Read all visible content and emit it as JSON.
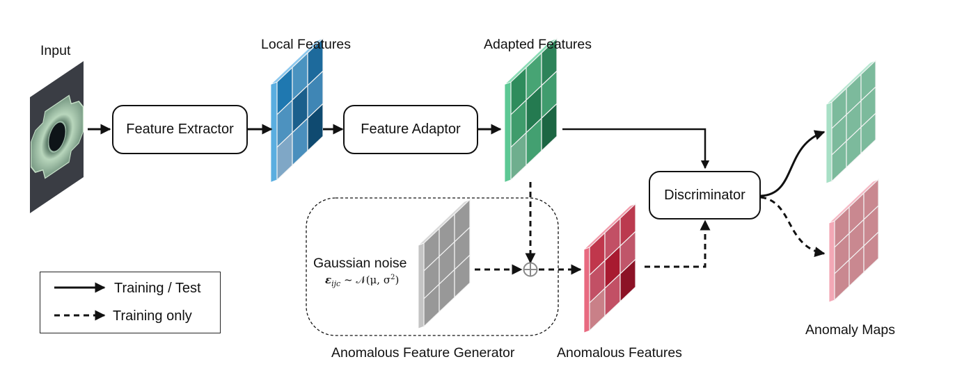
{
  "labels": {
    "input": "Input",
    "local_features": "Local Features",
    "adapted_features": "Adapted Features",
    "anomalous_features": "Anomalous Features",
    "anomaly_maps": "Anomaly Maps",
    "generator": "Anomalous Feature Generator",
    "gaussian_noise": "Gaussian noise",
    "formula_eps": "ε",
    "formula_sub": "ijc",
    "formula_rest": " ~ 𝒩(μ, σ",
    "formula_sup": "2",
    "formula_close": ")"
  },
  "blocks": {
    "feature_extractor": "Feature Extractor",
    "feature_adaptor": "Feature Adaptor",
    "discriminator": "Discriminator"
  },
  "legend": {
    "solid": "Training / Test",
    "dashed": "Training only"
  },
  "grids": {
    "local": {
      "side": "#5aaee0",
      "top": "#8cc8ee",
      "cells": [
        "#1f78b0",
        "#4a93c0",
        "#1d6a9c",
        "#4d92bf",
        "#1b5f8c",
        "#3f86b5",
        "#7fa7c6",
        "#4a8fbd",
        "#0f4a70"
      ]
    },
    "adapted": {
      "side": "#5cc894",
      "top": "#8adcb5",
      "cells": [
        "#2e8c5c",
        "#47a474",
        "#2d8359",
        "#3f9c6c",
        "#247a50",
        "#409c6e",
        "#6fae8e",
        "#43a071",
        "#1c6643"
      ]
    },
    "noise": {
      "side": "#c4c4c4",
      "top": "#d8d8d8",
      "cells": [
        "#989898",
        "#989898",
        "#989898",
        "#989898",
        "#989898",
        "#989898",
        "#989898",
        "#989898",
        "#989898"
      ]
    },
    "anomalous": {
      "side": "#e86a80",
      "top": "#f29aaa",
      "cells": [
        "#c0374c",
        "#c25065",
        "#bb3a4f",
        "#c25065",
        "#a81a30",
        "#c0566a",
        "#c98088",
        "#c25065",
        "#8c1226"
      ]
    },
    "map_normal": {
      "side": "#a8e0c6",
      "top": "#b8e8d2",
      "cells": [
        "#7cba9c",
        "#7cba9c",
        "#7cba9c",
        "#7cba9c",
        "#7cba9c",
        "#7cba9c",
        "#7cba9c",
        "#7cba9c",
        "#7cba9c"
      ]
    },
    "map_anomaly": {
      "side": "#f3a8b6",
      "top": "#f6b8c4",
      "cells": [
        "#c98890",
        "#c98890",
        "#c98890",
        "#c98890",
        "#c98890",
        "#c98890",
        "#c98890",
        "#c98890",
        "#c98890"
      ]
    }
  }
}
